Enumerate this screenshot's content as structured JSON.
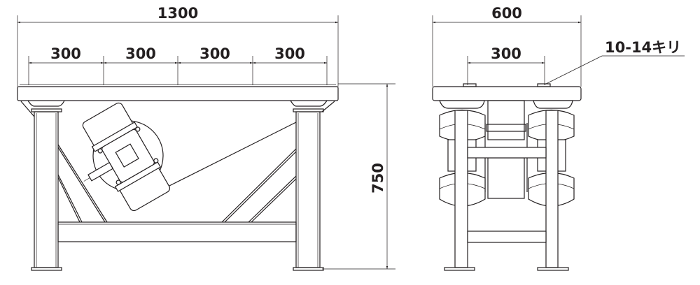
{
  "front_view": {
    "overall_width": "1300",
    "spacings": [
      "300",
      "300",
      "300",
      "300"
    ],
    "height": "750"
  },
  "side_view": {
    "overall_width": "600",
    "hole_spacing": "300",
    "hole_note": "10-14キリ"
  },
  "colors": {
    "line": "#231f20",
    "background": "#ffffff"
  }
}
